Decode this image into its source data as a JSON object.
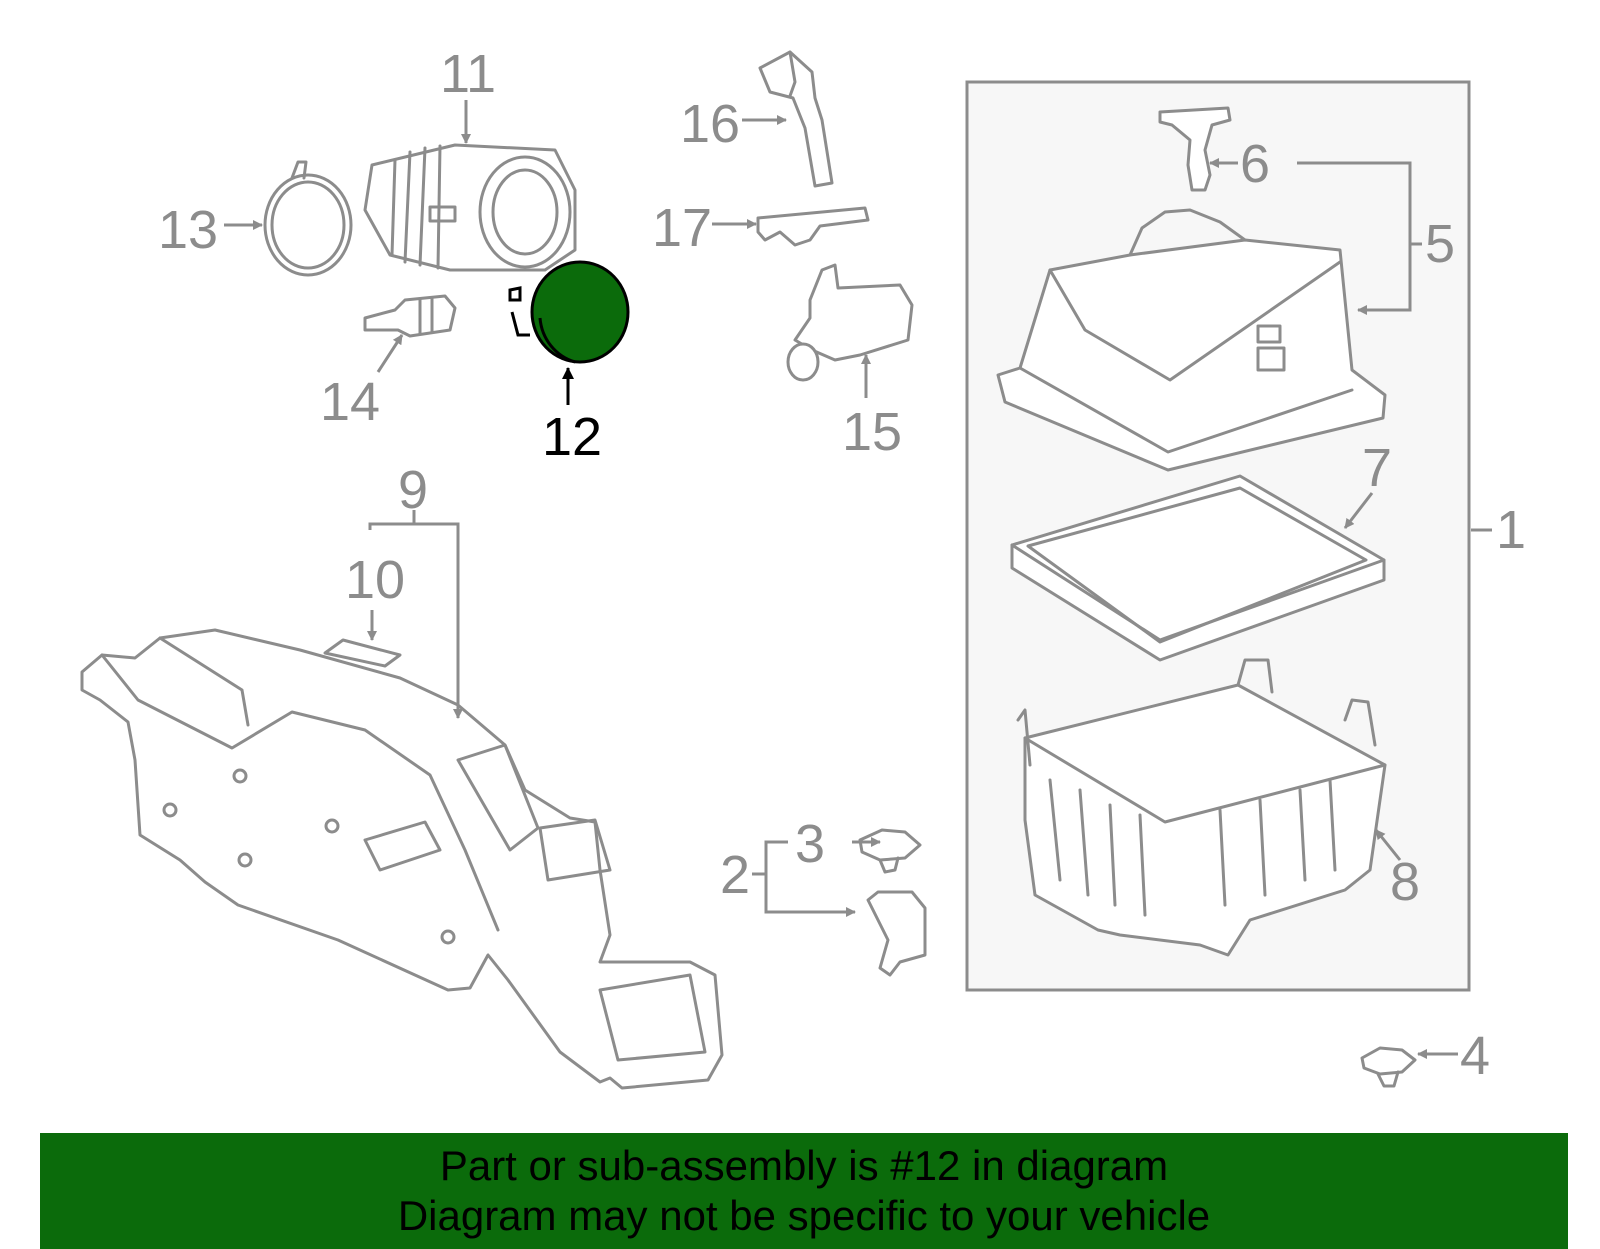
{
  "highlight_color": "#0b6b0b",
  "callouts": {
    "c1": "1",
    "c2": "2",
    "c3": "3",
    "c4": "4",
    "c5": "5",
    "c6": "6",
    "c7": "7",
    "c8": "8",
    "c9": "9",
    "c10": "10",
    "c11": "11",
    "c12": "12",
    "c13": "13",
    "c14": "14",
    "c15": "15",
    "c16": "16",
    "c17": "17"
  },
  "banner": {
    "line1": "Part or sub-assembly is #12 in diagram",
    "line2": "Diagram may not be specific to your vehicle"
  }
}
